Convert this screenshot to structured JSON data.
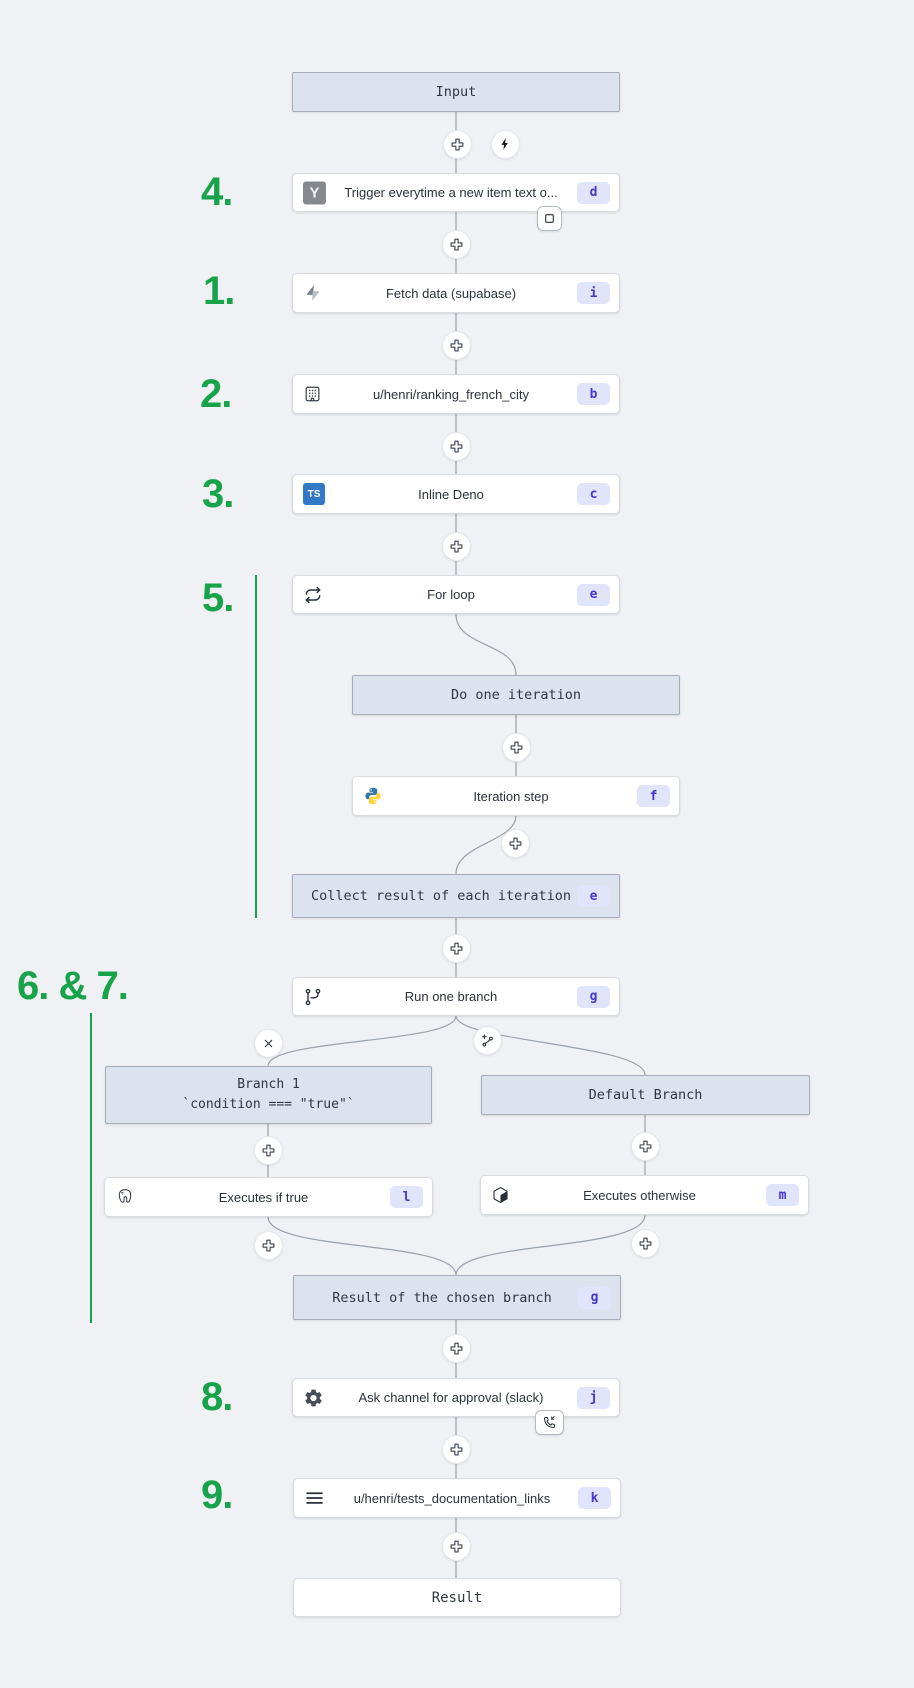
{
  "flow": {
    "input": {
      "label": "Input"
    },
    "nodes": {
      "trigger": {
        "label": "Trigger everytime a new item text o...",
        "badge": "d"
      },
      "fetch": {
        "label": "Fetch data (supabase)",
        "badge": "i"
      },
      "ranking": {
        "label": "u/henri/ranking_french_city",
        "badge": "b"
      },
      "deno": {
        "label": "Inline Deno",
        "badge": "c"
      },
      "forloop": {
        "label": "For loop",
        "badge": "e"
      },
      "do_iteration": {
        "label": "Do one iteration"
      },
      "iteration_step": {
        "label": "Iteration step",
        "badge": "f"
      },
      "collect": {
        "label": "Collect result of each iteration",
        "badge": "e"
      },
      "run_branch": {
        "label": "Run one branch",
        "badge": "g"
      },
      "branch1": {
        "title": "Branch 1",
        "condition": "`condition === \"true\"`"
      },
      "default_branch": {
        "label": "Default Branch"
      },
      "exec_true": {
        "label": "Executes if true",
        "badge": "l"
      },
      "exec_otherwise": {
        "label": "Executes otherwise",
        "badge": "m"
      },
      "result_branch": {
        "label": "Result of the chosen branch",
        "badge": "g"
      },
      "ask_approval": {
        "label": "Ask channel for approval (slack)",
        "badge": "j"
      },
      "tests_doc": {
        "label": "u/henri/tests_documentation_links",
        "badge": "k"
      },
      "result": {
        "label": "Result"
      }
    },
    "annotations": {
      "n1": "1.",
      "n2": "2.",
      "n3": "3.",
      "n4": "4.",
      "n5": "5.",
      "n67": "6. & 7.",
      "n8": "8.",
      "n9": "9."
    },
    "glyphs": {
      "hackernews": "Y",
      "typescript": "TS"
    },
    "colors": {
      "annotation_green": "#16a34a",
      "badge_bg": "#e1e5fc",
      "badge_text": "#4338ca",
      "header_fill": "#dce3ee",
      "header_border": "#a7aeba",
      "node_bg": "#ffffff",
      "connector": "#9aa1ab",
      "background": "#eff1f4",
      "ts_blue": "#3178c6",
      "python_blue": "#3776ab",
      "python_yellow": "#ffd43b"
    }
  }
}
